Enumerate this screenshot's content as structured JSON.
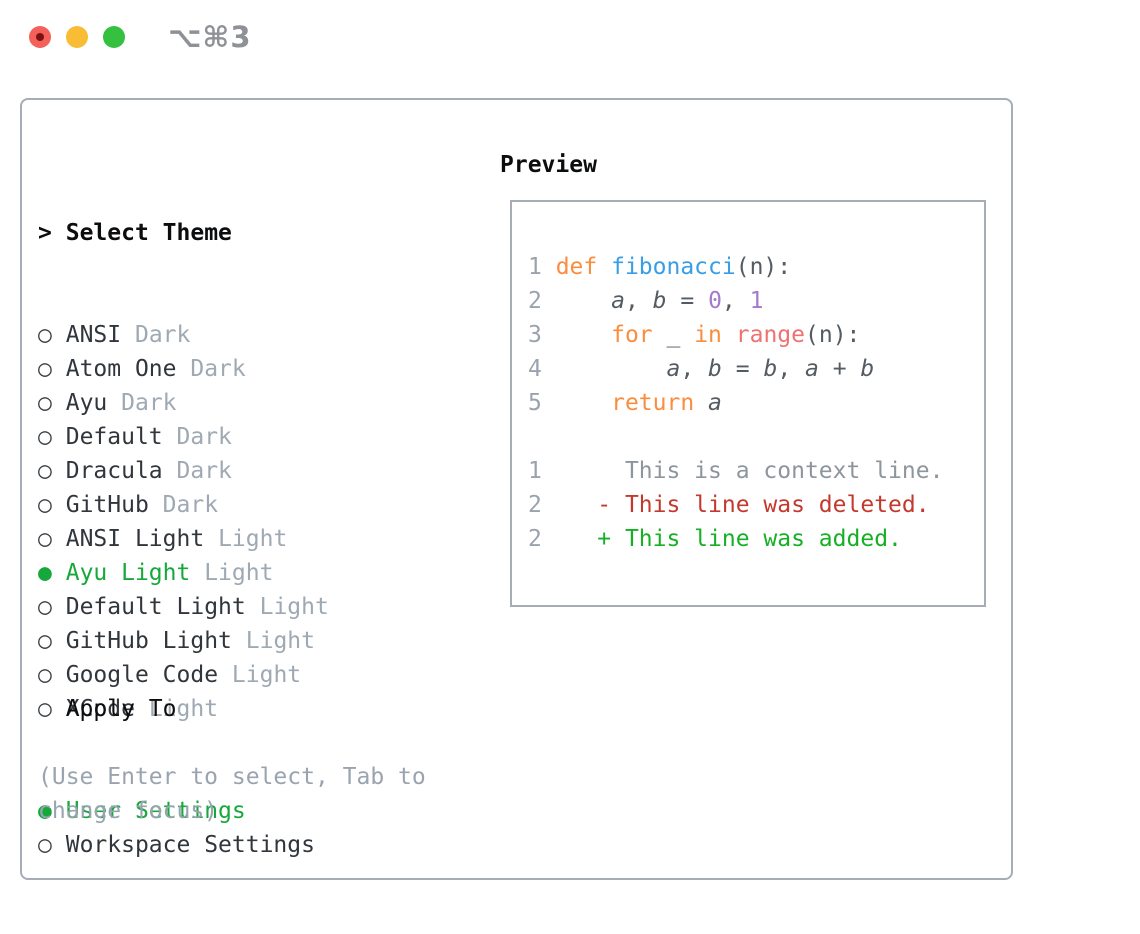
{
  "window": {
    "shortcut": "⌥⌘3",
    "traffic_lights": [
      "close",
      "minimize",
      "zoom"
    ]
  },
  "palette": {
    "close": "#f4605a",
    "close-dot": "#7b1113",
    "minimize": "#f9bd35",
    "zoom": "#35c13f",
    "shortcut": "#8e9196",
    "selected": "#17a83b",
    "list-text": "#31363c",
    "muted": "#9fa9b3",
    "heading": "#0c0d0e",
    "border": "#a6adb7",
    "help": "#9aa4b0"
  },
  "theme_panel": {
    "header": {
      "prefix": ">",
      "label": "Select Theme"
    },
    "items": [
      {
        "name": "ANSI",
        "variant": "Dark",
        "selected": false
      },
      {
        "name": "Atom One",
        "variant": "Dark",
        "selected": false
      },
      {
        "name": "Ayu",
        "variant": "Dark",
        "selected": false
      },
      {
        "name": "Default",
        "variant": "Dark",
        "selected": false
      },
      {
        "name": "Dracula",
        "variant": "Dark",
        "selected": false
      },
      {
        "name": "GitHub",
        "variant": "Dark",
        "selected": false
      },
      {
        "name": "ANSI Light",
        "variant": "Light",
        "selected": false
      },
      {
        "name": "Ayu Light",
        "variant": "Light",
        "selected": true
      },
      {
        "name": "Default Light",
        "variant": "Light",
        "selected": false
      },
      {
        "name": "GitHub Light",
        "variant": "Light",
        "selected": false
      },
      {
        "name": "Google Code",
        "variant": "Light",
        "selected": false
      },
      {
        "name": "XCode",
        "variant": "Light",
        "selected": false
      }
    ]
  },
  "apply_to": {
    "header": "Apply To",
    "items": [
      {
        "name": "User Settings",
        "selected": true
      },
      {
        "name": "Workspace Settings",
        "selected": false
      }
    ]
  },
  "help_lines": [
    "(Use Enter to select, Tab to",
    "change focus)"
  ],
  "preview": {
    "header": "Preview",
    "code_colors": {
      "line_no": "#9aa3ad",
      "keyword": "#fa8d3e",
      "function": "#399ee6",
      "special": "#f07171",
      "number": "#a37acc",
      "text": "#545b62",
      "context": "#8d959d",
      "deleted": "#c4392e",
      "added": "#17b025"
    },
    "lines": [
      [
        {
          "t": "1 ",
          "c": "line_no"
        },
        {
          "t": "def ",
          "c": "keyword"
        },
        {
          "t": "fibonacci",
          "c": "function"
        },
        {
          "t": "(n):",
          "c": "text"
        }
      ],
      [
        {
          "t": "2 ",
          "c": "line_no"
        },
        {
          "t": "    ",
          "c": "text"
        },
        {
          "t": "a",
          "c": "text",
          "i": 1
        },
        {
          "t": ", ",
          "c": "text"
        },
        {
          "t": "b",
          "c": "text",
          "i": 1
        },
        {
          "t": " = ",
          "c": "text"
        },
        {
          "t": "0",
          "c": "number"
        },
        {
          "t": ", ",
          "c": "text"
        },
        {
          "t": "1",
          "c": "number"
        }
      ],
      [
        {
          "t": "3 ",
          "c": "line_no"
        },
        {
          "t": "    ",
          "c": "text"
        },
        {
          "t": "for",
          "c": "keyword"
        },
        {
          "t": " _ ",
          "c": "text"
        },
        {
          "t": "in",
          "c": "keyword"
        },
        {
          "t": " ",
          "c": "text"
        },
        {
          "t": "range",
          "c": "special"
        },
        {
          "t": "(n):",
          "c": "text"
        }
      ],
      [
        {
          "t": "4 ",
          "c": "line_no"
        },
        {
          "t": "        ",
          "c": "text"
        },
        {
          "t": "a",
          "c": "text",
          "i": 1
        },
        {
          "t": ", ",
          "c": "text"
        },
        {
          "t": "b",
          "c": "text",
          "i": 1
        },
        {
          "t": " = ",
          "c": "text"
        },
        {
          "t": "b",
          "c": "text",
          "i": 1
        },
        {
          "t": ", ",
          "c": "text"
        },
        {
          "t": "a",
          "c": "text",
          "i": 1
        },
        {
          "t": " + ",
          "c": "text"
        },
        {
          "t": "b",
          "c": "text",
          "i": 1
        }
      ],
      [
        {
          "t": "5 ",
          "c": "line_no"
        },
        {
          "t": "    ",
          "c": "text"
        },
        {
          "t": "return",
          "c": "keyword"
        },
        {
          "t": " ",
          "c": "text"
        },
        {
          "t": "a",
          "c": "text",
          "i": 1
        }
      ],
      [],
      [
        {
          "t": "1 ",
          "c": "line_no"
        },
        {
          "t": "     This is a context line.",
          "c": "context"
        }
      ],
      [
        {
          "t": "2 ",
          "c": "line_no"
        },
        {
          "t": "   - This line was deleted.",
          "c": "deleted"
        }
      ],
      [
        {
          "t": "2 ",
          "c": "line_no"
        },
        {
          "t": "   + This line was added.",
          "c": "added"
        }
      ]
    ]
  }
}
